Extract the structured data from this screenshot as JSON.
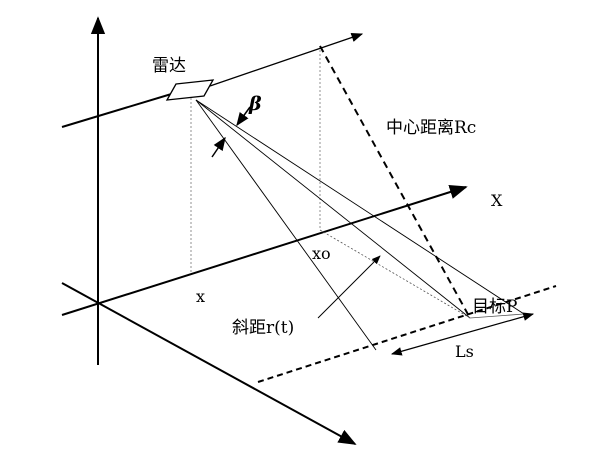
{
  "labels": {
    "radar": "雷达",
    "beta": "β",
    "center_distance": "中心距离Rc",
    "x_axis": "X",
    "xo": "xo",
    "x": "x",
    "target": "目标P",
    "slant_range": "斜距r(t)",
    "ls": "Ls"
  },
  "colors": {
    "line": "#000000",
    "background": "#ffffff"
  }
}
